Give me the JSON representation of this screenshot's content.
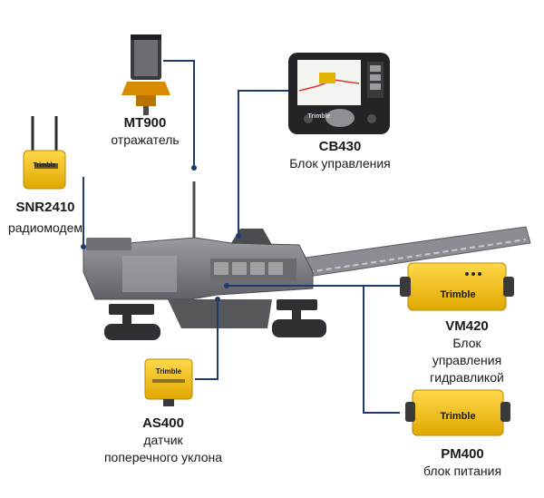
{
  "components": [
    {
      "id": "mt900",
      "model": "MT900",
      "desc": [
        "отражатель"
      ],
      "icon": "prism-reflector-icon"
    },
    {
      "id": "cb430",
      "model": "CB430",
      "desc": [
        "Блок управления"
      ],
      "icon": "control-box-display-icon"
    },
    {
      "id": "snr2410",
      "model": "SNR2410",
      "desc": [
        "радиомодем"
      ],
      "icon": "radio-modem-icon"
    },
    {
      "id": "vm420",
      "model": "VM420",
      "desc": [
        "Блок",
        "управления",
        "гидравликой"
      ],
      "icon": "valve-module-icon"
    },
    {
      "id": "as400",
      "model": "AS400",
      "desc": [
        "датчик",
        "поперечного уклона"
      ],
      "icon": "slope-sensor-icon"
    },
    {
      "id": "pm400",
      "model": "PM400",
      "desc": [
        "блок питания"
      ],
      "icon": "power-module-icon"
    }
  ],
  "brand": "Trimble",
  "colors": {
    "connector": "#1f3b6e",
    "device_yellow": "#f2c21b",
    "machine_gray": "#7d7f84",
    "track_dark": "#2f3033"
  }
}
